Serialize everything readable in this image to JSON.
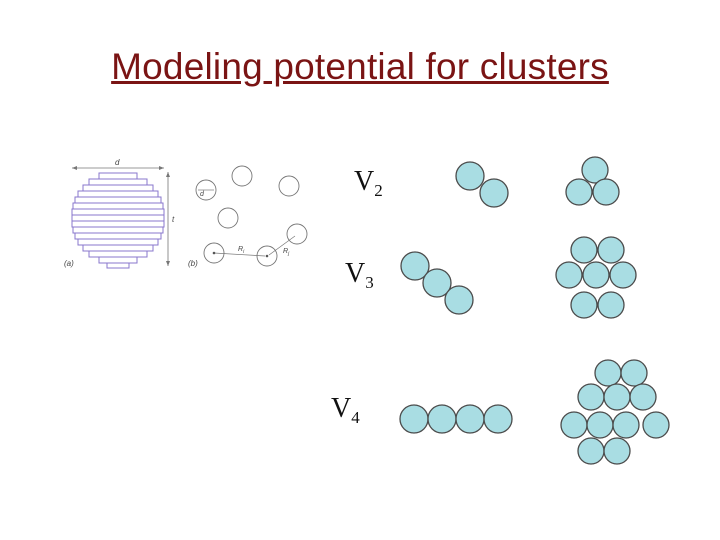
{
  "title": "Modeling potential for clusters",
  "labels": [
    {
      "base": "V",
      "sub": "2"
    },
    {
      "base": "V",
      "sub": "3"
    },
    {
      "base": "V",
      "sub": "4"
    }
  ],
  "figure": {
    "panel_a": "(a)",
    "panel_b": "(b)",
    "dim_d": "d",
    "dim_t": "t",
    "inner_d": "d",
    "ri": "R",
    "ri_sub": "i",
    "rj": "R",
    "rj_sub": "j"
  },
  "colors": {
    "title": "#7a1414",
    "ball_fill": "#a9dde3",
    "stripe": "#8877cc"
  }
}
